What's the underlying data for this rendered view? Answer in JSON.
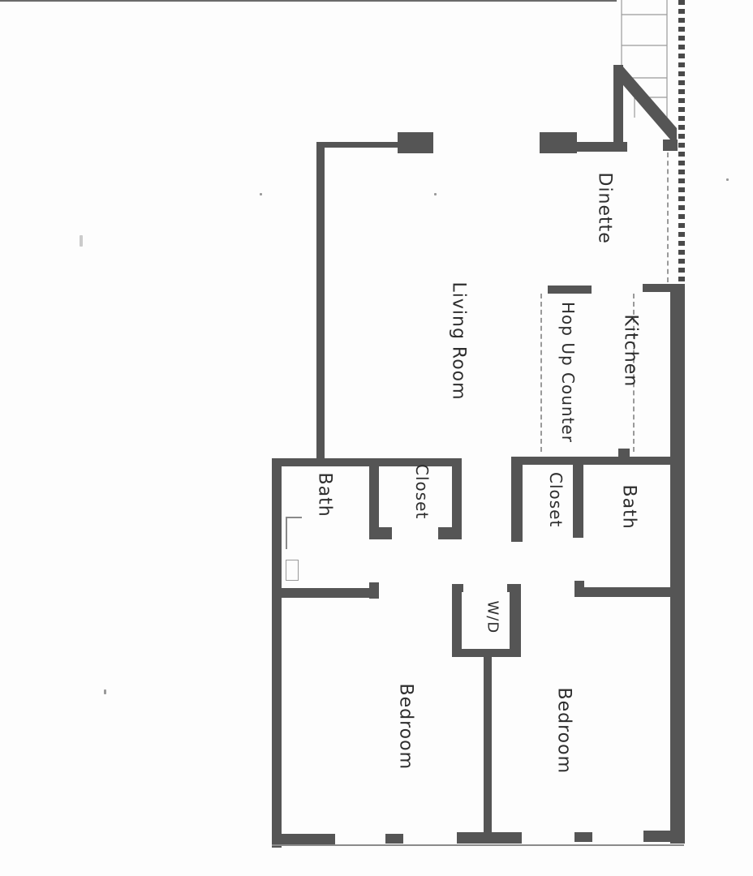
{
  "document": {
    "type": "floor plan (scanned, rotated 90°)",
    "colors": {
      "wall": "#555555",
      "paper": "#fdfdfd",
      "text": "#2e2e2e"
    }
  },
  "rooms": {
    "dinette": "Dinette",
    "living_room": "Living Room",
    "kitchen": "Kitchen",
    "counter": "Hop Up Counter",
    "bath_left": "Bath",
    "closet_left": "Closet",
    "closet_right": "Closet",
    "bath_right": "Bath",
    "laundry": "W/D",
    "bedroom_left": "Bedroom",
    "bedroom_right": "Bedroom"
  }
}
